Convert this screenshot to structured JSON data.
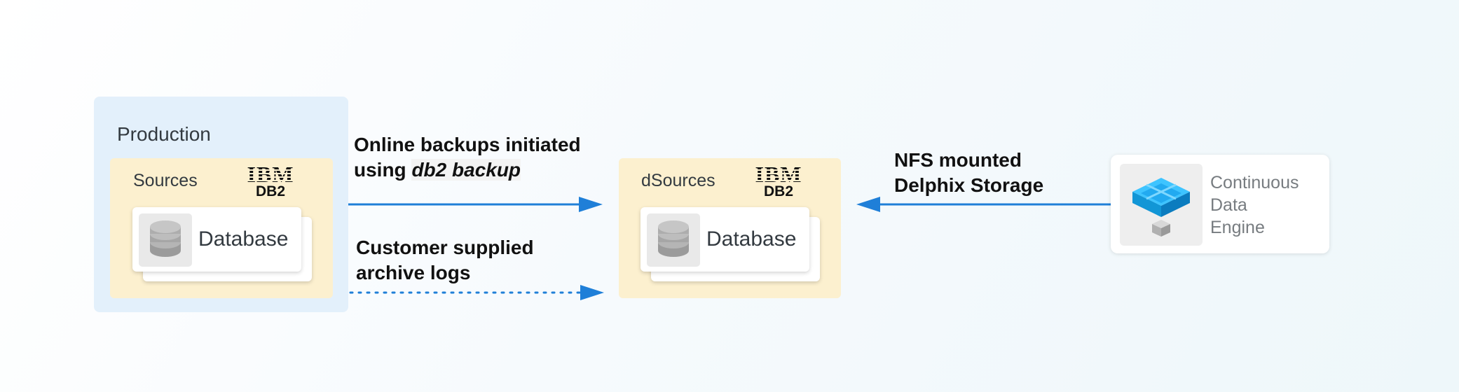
{
  "production": {
    "title": "Production"
  },
  "sources": {
    "label": "Sources",
    "brand": {
      "word": "IBM",
      "product": "DB2"
    },
    "card": {
      "label": "Database",
      "icon": "database-icon"
    }
  },
  "dsources": {
    "label": "dSources",
    "brand": {
      "word": "IBM",
      "product": "DB2"
    },
    "card": {
      "label": "Database",
      "icon": "database-icon"
    }
  },
  "flows": {
    "online": {
      "line1": "Online backups initiated",
      "line2_prefix": "using ",
      "line2_em": "db2 backup"
    },
    "archive": {
      "line1": "Customer supplied",
      "line2": "archive logs"
    },
    "nfs": {
      "line1": "NFS mounted",
      "line2": "Delphix Storage"
    }
  },
  "engine": {
    "line1": "Continuous",
    "line2": "Data",
    "line3": "Engine",
    "icon": "engine-blocks-icon"
  },
  "colors": {
    "arrow": "#1f7fd8",
    "production_bg": "#e3f0fb",
    "source_bg": "#fcf0cf",
    "engine_blue": "#22aaf0"
  }
}
